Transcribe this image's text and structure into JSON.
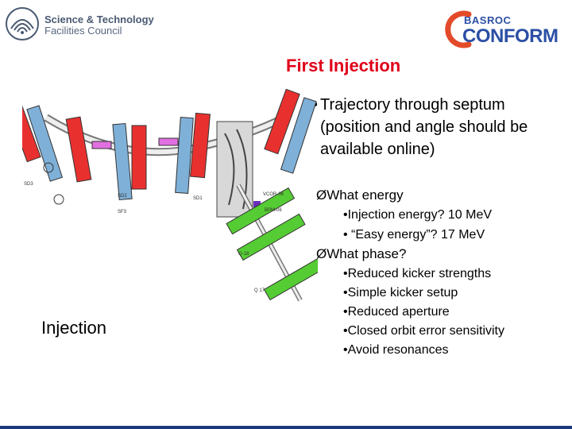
{
  "header": {
    "left_logo": {
      "line1": "Science & Technology",
      "line2": "Facilities Council"
    },
    "right_logo": {
      "top": "BASROC",
      "bottom": "CONFORM"
    }
  },
  "title": "First Injection",
  "main_bullet": {
    "marker": "•",
    "text": "Trajectory through septum (position and angle should be available online)"
  },
  "sections": [
    {
      "marker": "Ø",
      "heading": "What energy",
      "items": [
        "•Injection energy? 10 MeV",
        "• “Easy energy”?   17 MeV"
      ]
    },
    {
      "marker": "Ø",
      "heading": "What phase?",
      "items": [
        "•Reduced kicker strengths",
        "•Simple kicker setup",
        "•Reduced aperture",
        "•Closed orbit error sensitivity",
        "•Avoid resonances"
      ]
    }
  ],
  "diagram": {
    "labels": [
      "SD3",
      "SD2",
      "SD1",
      "VCOR-06",
      "BPM-06",
      "Q-18",
      "Q 17",
      "SF3"
    ]
  },
  "caption": "Injection",
  "colors": {
    "title": "#e0001a",
    "dipole": "#e8312f",
    "quad_blue": "#7fb0d8",
    "inj_quad": "#55cc33",
    "corrector": "#6a2fb8",
    "sextupole": "#e070e0"
  }
}
